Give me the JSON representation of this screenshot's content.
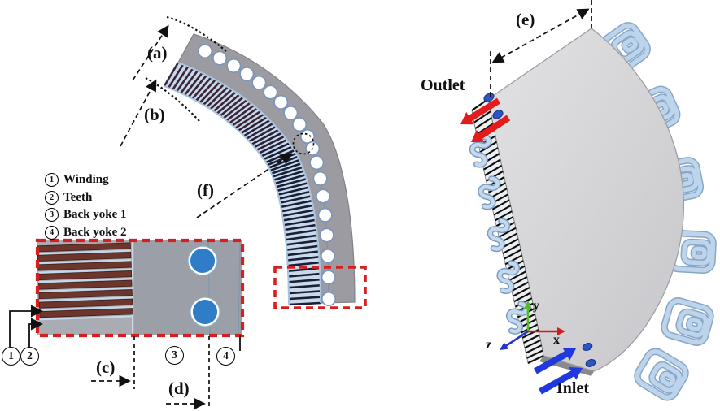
{
  "legend": {
    "items": [
      {
        "num": "1",
        "label": "Winding"
      },
      {
        "num": "2",
        "label": "Teeth"
      },
      {
        "num": "3",
        "label": "Back yoke 1"
      },
      {
        "num": "4",
        "label": "Back yoke 2"
      }
    ]
  },
  "dims": {
    "a": "(a)",
    "b": "(b)",
    "c": "(c)",
    "d": "(d)",
    "e": "(e)",
    "f": "(f)"
  },
  "markers": {
    "m1": "1",
    "m2": "2",
    "m3": "3",
    "m4": "4"
  },
  "flow": {
    "outlet": "Outlet",
    "inlet": "Inlet"
  },
  "axes": {
    "x": "x",
    "y": "y",
    "z": "z"
  },
  "colors": {
    "red_dashed": "#d81f1f",
    "winding_brown": "#6e352c",
    "teeth_gray": "#a9adb3",
    "yoke_gray": "#9b9ba1",
    "stripe_dark_top": "#3b2638",
    "stripe_dark_bottom": "#172038",
    "hole_blue": "#2f7dc6",
    "pipe_blue": "#bcd4ec",
    "outlet_red": "#e51a1a",
    "inlet_blue": "#2038dd",
    "axis_x_red": "#d41c1c",
    "axis_y_green": "#55b82e",
    "axis_z_blue": "#2334cc"
  }
}
